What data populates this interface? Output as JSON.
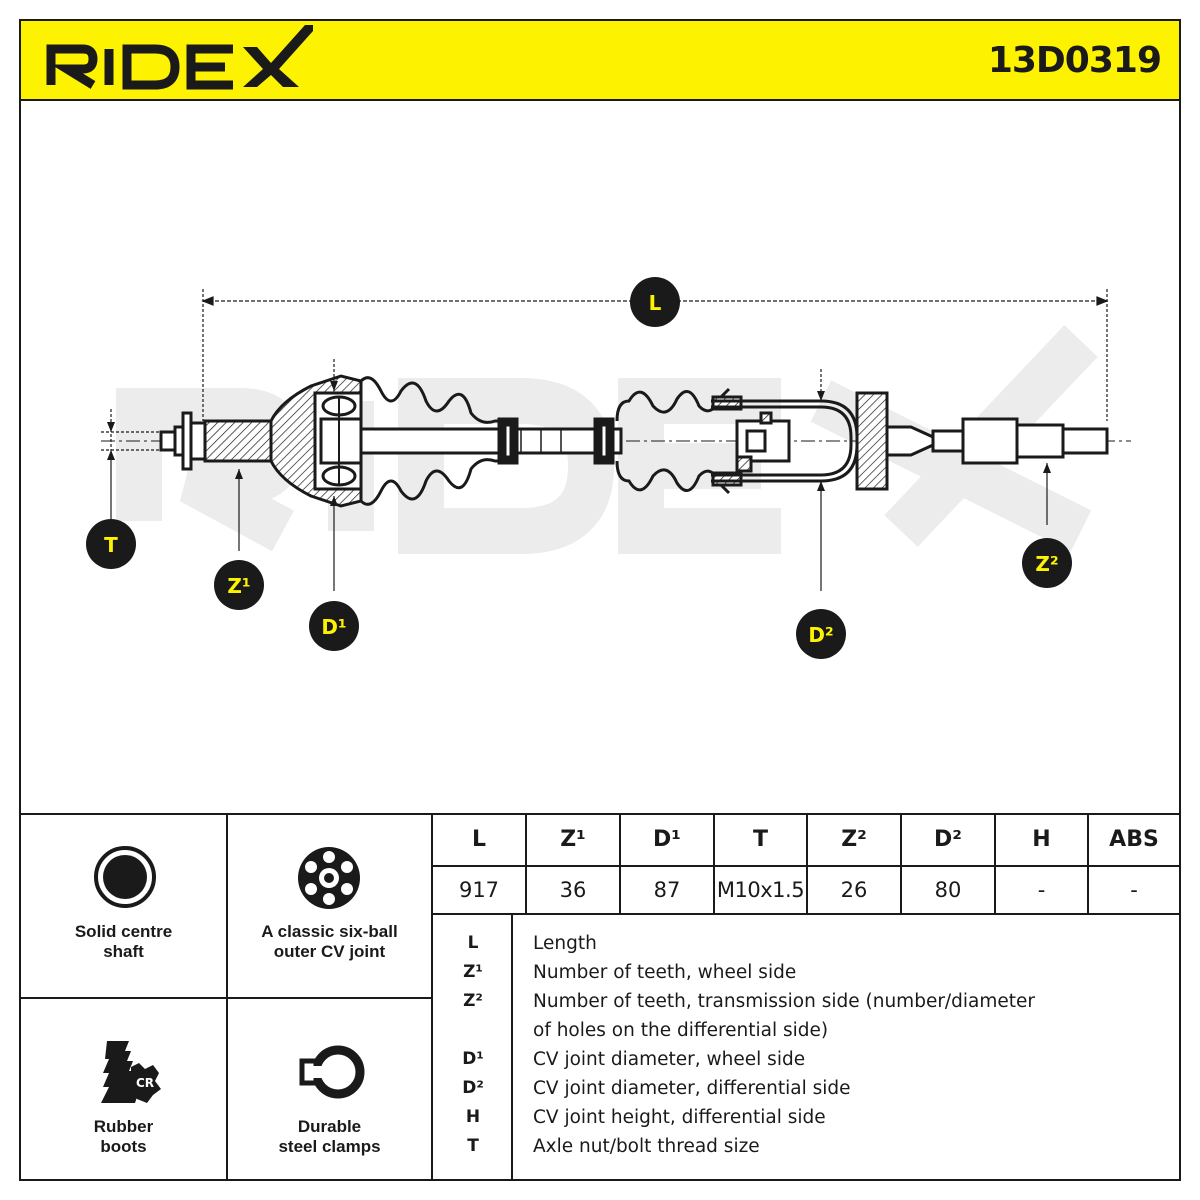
{
  "brand": {
    "name": "RIDEX",
    "part_number": "13D0319",
    "colors": {
      "accent": "#fdf200",
      "ink": "#1a1a1a",
      "watermark": "#ececec"
    }
  },
  "drawing": {
    "callouts": {
      "L": "L",
      "T": "T",
      "Z1": "Z¹",
      "D1": "D¹",
      "D2": "D²",
      "Z2": "Z²"
    }
  },
  "features": [
    {
      "icon": "solid-shaft-icon",
      "label_line1": "Solid centre",
      "label_line2": "shaft"
    },
    {
      "icon": "six-ball-joint-icon",
      "label_line1": "A classic six-ball",
      "label_line2": "outer CV joint"
    },
    {
      "icon": "rubber-boot-icon",
      "icon_text": "CR",
      "label_line1": "Rubber",
      "label_line2": "boots"
    },
    {
      "icon": "steel-clamp-icon",
      "label_line1": "Durable",
      "label_line2": "steel clamps"
    }
  ],
  "specs": {
    "headers": [
      "L",
      "Z¹",
      "D¹",
      "T",
      "Z²",
      "D²",
      "H",
      "ABS"
    ],
    "values": [
      "917",
      "36",
      "87",
      "M10x1.5",
      "26",
      "80",
      "-",
      "-"
    ]
  },
  "legend": [
    {
      "key": "L",
      "text": "Length"
    },
    {
      "key": "Z¹",
      "text": "Number of teeth, wheel side"
    },
    {
      "key": "Z²",
      "text": "Number of teeth, transmission side (number/diameter"
    },
    {
      "key": "",
      "text": "of holes on the differential side)"
    },
    {
      "key": "D¹",
      "text": "CV joint diameter, wheel side"
    },
    {
      "key": "D²",
      "text": "CV joint diameter, differential side"
    },
    {
      "key": "H",
      "text": "CV joint height, differential side"
    },
    {
      "key": "T",
      "text": "Axle nut/bolt thread size"
    }
  ]
}
